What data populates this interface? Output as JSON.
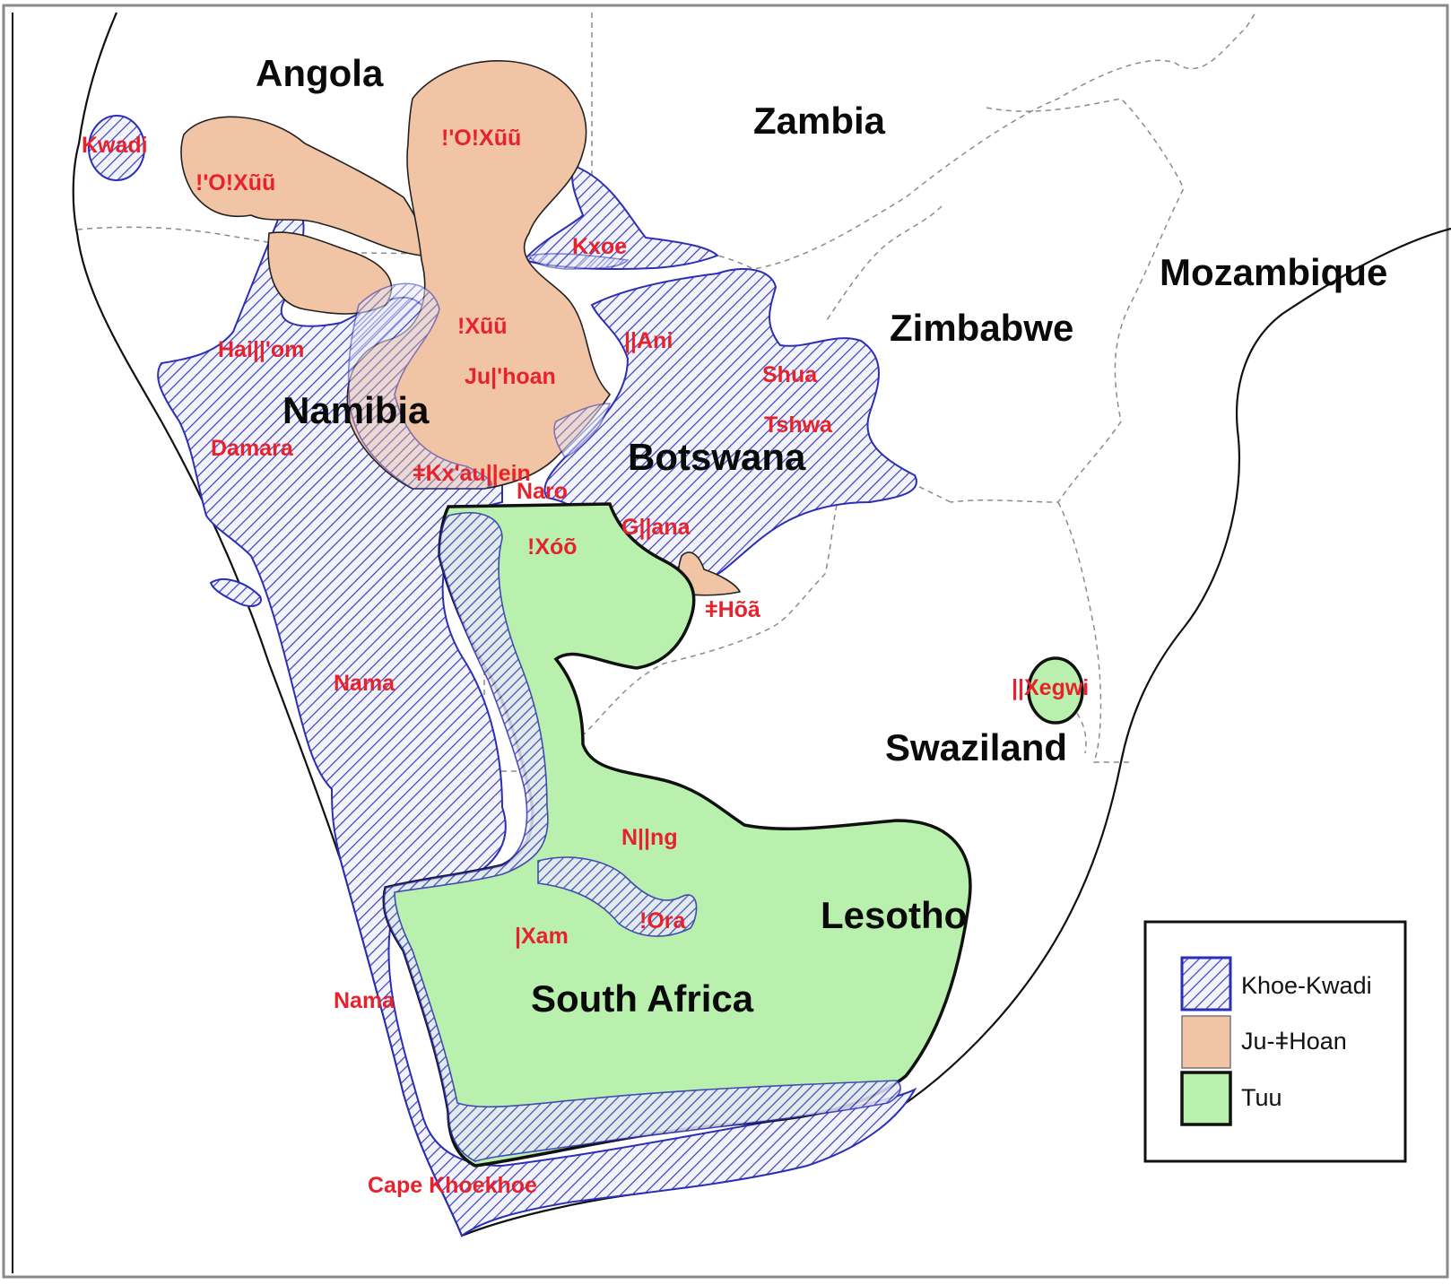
{
  "map": {
    "countries": {
      "angola": "Angola",
      "zambia": "Zambia",
      "mozambique": "Mozambique",
      "zimbabwe": "Zimbabwe",
      "namibia": "Namibia",
      "botswana": "Botswana",
      "swaziland": "Swaziland",
      "lesotho": "Lesotho",
      "south_africa": "South Africa"
    },
    "languages": {
      "kwadi": "Kwadi",
      "oxuu_1": "!'O!Xũũ",
      "oxuu_2": "!'O!Xũũ",
      "kxoe": "Kxoe",
      "haillom": "Hai||'om",
      "xuu": "!Xũũ",
      "ani": "||Ani",
      "juhoan": "Ju|'hoan",
      "shua": "Shua",
      "tshwa": "Tshwa",
      "damara": "Damara",
      "kxaullein": "ǂKx'au||ein",
      "naro": "Naro",
      "glana": "G||ana",
      "xoo": "!Xóõ",
      "hoa": "ǂHõã",
      "xegwi": "||Xegwi",
      "nama_1": "Nama",
      "nlng": "N||ng",
      "ora": "!Ora",
      "xam": "|Xam",
      "nama_2": "Nama",
      "cape_khoekhoe": "Cape Khoekhoe"
    },
    "colors": {
      "khoe_kwadi_stroke": "#2b2fb5",
      "ju_hoan_fill": "#f2c4a6",
      "tuu_fill": "#b9f0ad",
      "language_label": "#e8222c"
    }
  },
  "legend": {
    "items": [
      {
        "label": "Khoe-Kwadi",
        "pattern": "hatched-blue"
      },
      {
        "label": "Ju-ǂHoan",
        "pattern": "solid-peach"
      },
      {
        "label": "Tuu",
        "pattern": "solid-green"
      }
    ]
  }
}
